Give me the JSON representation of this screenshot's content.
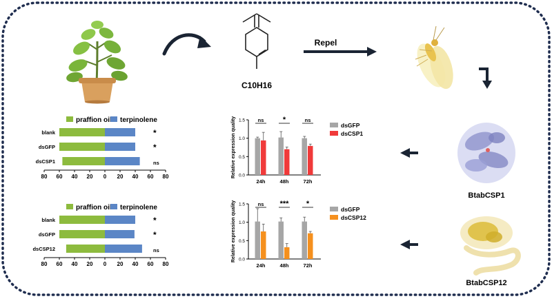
{
  "labels": {
    "formula": "C10H16",
    "repel": "Repel",
    "protein1": "BtabCSP1",
    "protein2": "BtabCSP12"
  },
  "colors": {
    "border": "#1f2d4f",
    "paraffin": "#8dbb3e",
    "terpinolene": "#5b86c6",
    "gray": "#a6a6a6",
    "red": "#f03a3a",
    "orange": "#f5901e",
    "arrow": "#1a2433",
    "protein1": "#9ea3d6",
    "protein2": "#e3c447"
  },
  "icons": [
    "potted-plant-icon",
    "whitefly-icon",
    "terpinolene-structure",
    "curved-arrow-icon",
    "left-arrow-icon"
  ],
  "chart_data": [
    {
      "type": "bar",
      "orientation": "horizontal-diverging",
      "legend": [
        "praffion oil",
        "terpinolene"
      ],
      "categories": [
        "blank",
        "dsGFP",
        "dsCSP1"
      ],
      "series": [
        {
          "name": "praffion oil",
          "values": [
            60,
            60,
            56
          ]
        },
        {
          "name": "terpinolene",
          "values": [
            40,
            40,
            46
          ]
        }
      ],
      "significance": [
        "*",
        "*",
        "ns"
      ],
      "xticks": [
        "80",
        "60",
        "40",
        "20",
        "0",
        "20",
        "40",
        "60",
        "80"
      ],
      "xlim": [
        -80,
        80
      ]
    },
    {
      "type": "bar",
      "ylabel": "Relative expression quality",
      "categories": [
        "24h",
        "48h",
        "72h"
      ],
      "series": [
        {
          "name": "dsGFP",
          "values": [
            1.0,
            1.02,
            1.0
          ],
          "errors": [
            0.03,
            0.16,
            0.05
          ]
        },
        {
          "name": "dsCSP1",
          "values": [
            0.94,
            0.7,
            0.79
          ],
          "errors": [
            0.22,
            0.06,
            0.05
          ]
        }
      ],
      "significance": [
        "ns",
        "*",
        "ns"
      ],
      "ylim": [
        0,
        1.5
      ],
      "yticks": [
        "0.0",
        "0.5",
        "1.0",
        "1.5"
      ]
    },
    {
      "type": "bar",
      "orientation": "horizontal-diverging",
      "legend": [
        "praffion oil",
        "terpinolene"
      ],
      "categories": [
        "blank",
        "dsGFP",
        "dsCSP12"
      ],
      "series": [
        {
          "name": "praffion oil",
          "values": [
            60,
            60,
            51
          ]
        },
        {
          "name": "terpinolene",
          "values": [
            40,
            39,
            49
          ]
        }
      ],
      "significance": [
        "*",
        "*",
        "ns"
      ],
      "xticks": [
        "80",
        "60",
        "40",
        "20",
        "0",
        "20",
        "40",
        "60",
        "80"
      ],
      "xlim": [
        -80,
        80
      ]
    },
    {
      "type": "bar",
      "ylabel": "Relative expression quality",
      "categories": [
        "24h",
        "48h",
        "72h"
      ],
      "series": [
        {
          "name": "dsGFP",
          "values": [
            1.02,
            1.02,
            1.02
          ],
          "errors": [
            0.35,
            0.1,
            0.12
          ]
        },
        {
          "name": "dsCSP12",
          "values": [
            0.75,
            0.32,
            0.7
          ],
          "errors": [
            0.2,
            0.1,
            0.05
          ]
        }
      ],
      "significance": [
        "ns",
        "***",
        "*"
      ],
      "ylim": [
        0,
        1.5
      ],
      "yticks": [
        "0.0",
        "0.5",
        "1.0",
        "1.5"
      ]
    }
  ]
}
